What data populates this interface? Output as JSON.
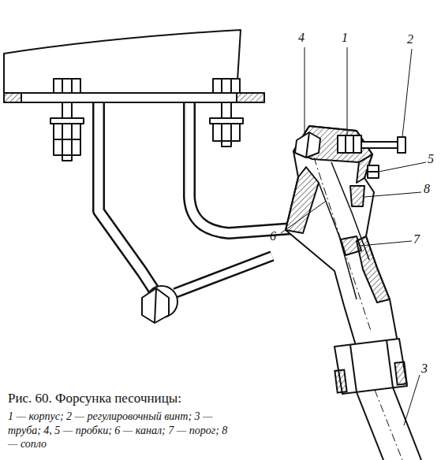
{
  "diagram": {
    "caption": "Рис. 60. Форсунка песочницы:",
    "labels": [
      "4",
      "1",
      "2",
      "5",
      "8",
      "6",
      "7",
      "3",
      "1 — корпус; 2 — регулировочный винт; 3 — труба; 4, 5 — пробки; 6 — канал; 7 — порог; 8 — сопло"
    ]
  }
}
